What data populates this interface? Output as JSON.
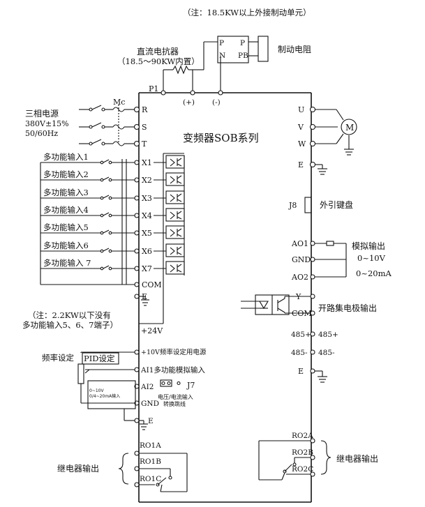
{
  "note_top": "（注：18.5KW以上外接制动单元）",
  "dc_reactor": {
    "title": "直流电抗器",
    "note": "（18.5～90KW内置）"
  },
  "brake": {
    "label": "制动电阻",
    "p1": "P",
    "n": "N",
    "p2": "P",
    "pb": "PB"
  },
  "dc_terminals": {
    "p1": "P1",
    "plus": "(+)",
    "minus": "(-)"
  },
  "power_input": {
    "title": "三相电源",
    "voltage": "380V±15%",
    "freq": "50/60Hz",
    "contactor": "Mc"
  },
  "inverter_title": "变频器SOB系列",
  "input_terminals": [
    "R",
    "S",
    "T"
  ],
  "output_terminals": [
    "U",
    "V",
    "W",
    "E"
  ],
  "motor_label": "M",
  "multi_inputs": [
    {
      "label": "多功能输入1",
      "terminal": "X1"
    },
    {
      "label": "多功能输入2",
      "terminal": "X2"
    },
    {
      "label": "多功能输入3",
      "terminal": "X3"
    },
    {
      "label": "多功能输入4",
      "terminal": "X4"
    },
    {
      "label": "多功能输入5",
      "terminal": "X5"
    },
    {
      "label": "多功能输入6",
      "terminal": "X6"
    },
    {
      "label": "多功能输入 7",
      "terminal": "X7"
    }
  ],
  "com_terminal": "COM",
  "e_terminal": "E",
  "note_inputs": [
    "（注：2.2KW以下没有",
    "多功能输入5、6、7端子）"
  ],
  "plus24": "+24V",
  "keyboard": {
    "terminal": "J8",
    "label": "外引键盘"
  },
  "analog": {
    "ao1": "AO1",
    "gnd": "GND",
    "ao2": "AO2",
    "label": "模拟输出",
    "range1": "0~10V",
    "range2": "0~20mA"
  },
  "open_collector": {
    "y": "Y",
    "com": "COM",
    "label": "开路集电极输出"
  },
  "rs485": {
    "plus": "485+",
    "minus": "485-"
  },
  "freq_setting": {
    "label1": "频率设定",
    "label2": "PID设定",
    "v10": "+10V频率设定用电源",
    "ai1": "AI1多功能模拟输入",
    "ai2": "AI2",
    "gnd": "GND",
    "e": "E",
    "range": [
      "0~10V",
      "0/4~20mA输入"
    ],
    "j7": "J7",
    "j7_desc": [
      "电压/电流输入",
      "转换跳线"
    ]
  },
  "relay1": {
    "a": "RO1A",
    "b": "RO1B",
    "c": "RO1C",
    "label": "继电器输出"
  },
  "relay2": {
    "a": "RO2A",
    "b": "RO2B",
    "c": "RO2C",
    "label": "继电器输出"
  }
}
